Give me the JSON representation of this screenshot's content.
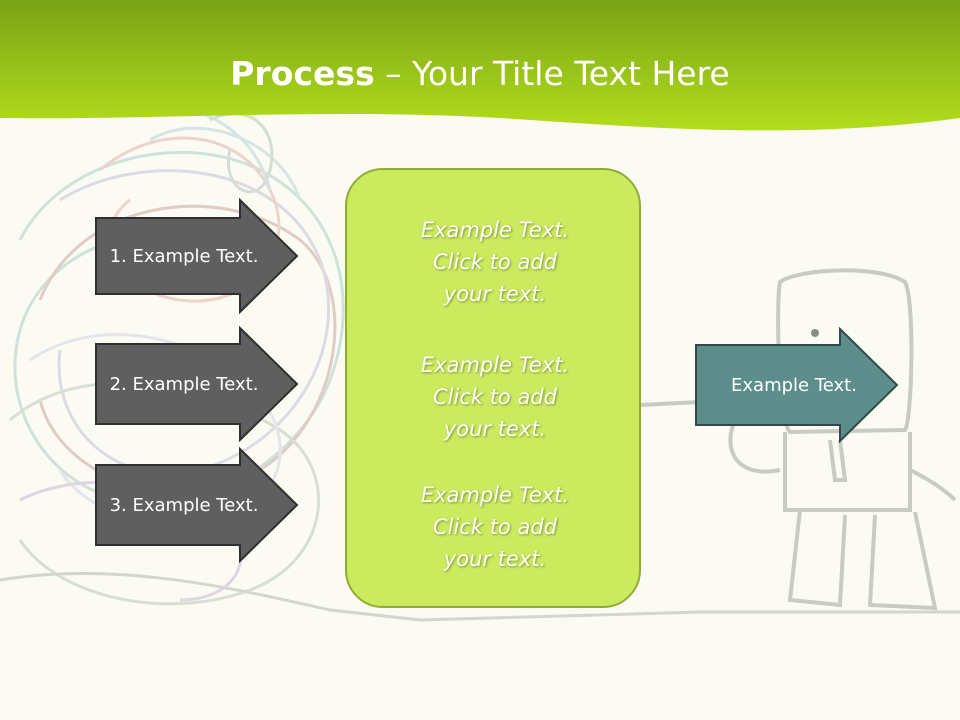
{
  "title": {
    "bold": "Process",
    "rest": " – Your Title Text Here"
  },
  "left_arrows": [
    {
      "label": "1. Example Text."
    },
    {
      "label": "2. Example Text."
    },
    {
      "label": "3. Example Text."
    }
  ],
  "center_items": [
    {
      "line1": "Example Text.",
      "line2": "Click  to add",
      "line3": "your text."
    },
    {
      "line1": "Example Text.",
      "line2": "Click  to add",
      "line3": "your text."
    },
    {
      "line1": "Example Text.",
      "line2": "Click  to add",
      "line3": "your text."
    }
  ],
  "right_arrow": {
    "label": "Example Text."
  },
  "colors": {
    "header_green": "#9cc21a",
    "box_green": "#ccea5e",
    "dark_arrow": "#5f5f5f",
    "teal_arrow": "#5e8e8c"
  }
}
